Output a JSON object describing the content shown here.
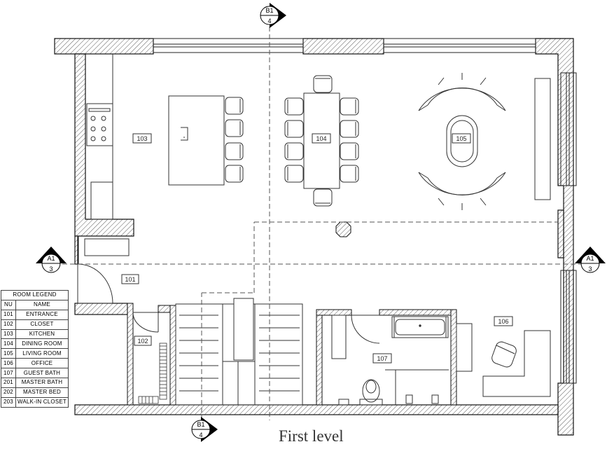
{
  "caption": "First level",
  "room_legend": {
    "title": "ROOM LEGEND",
    "col_nu": "NU",
    "col_name": "NAME",
    "rows": [
      {
        "nu": "101",
        "name": "ENTRANCE"
      },
      {
        "nu": "102",
        "name": "CLOSET"
      },
      {
        "nu": "103",
        "name": "KITCHEN"
      },
      {
        "nu": "104",
        "name": "DINING ROOM"
      },
      {
        "nu": "105",
        "name": "LIVING ROOM"
      },
      {
        "nu": "106",
        "name": "OFFICE"
      },
      {
        "nu": "107",
        "name": "GUEST BATH"
      },
      {
        "nu": "201",
        "name": "MASTER BATH"
      },
      {
        "nu": "202",
        "name": "MASTER BED"
      },
      {
        "nu": "203",
        "name": "WALK-IN CLOSET"
      }
    ]
  },
  "room_labels": {
    "r101": "101",
    "r102": "102",
    "r103": "103",
    "r104": "104",
    "r105": "105",
    "r106": "106",
    "r107": "107"
  },
  "section_markers": {
    "b1_top": {
      "id": "B1",
      "sheet": "4"
    },
    "b1_bottom": {
      "id": "B1",
      "sheet": "4"
    },
    "a1_left": {
      "id": "A1",
      "sheet": "3"
    },
    "a1_right": {
      "id": "A1",
      "sheet": "3"
    }
  }
}
